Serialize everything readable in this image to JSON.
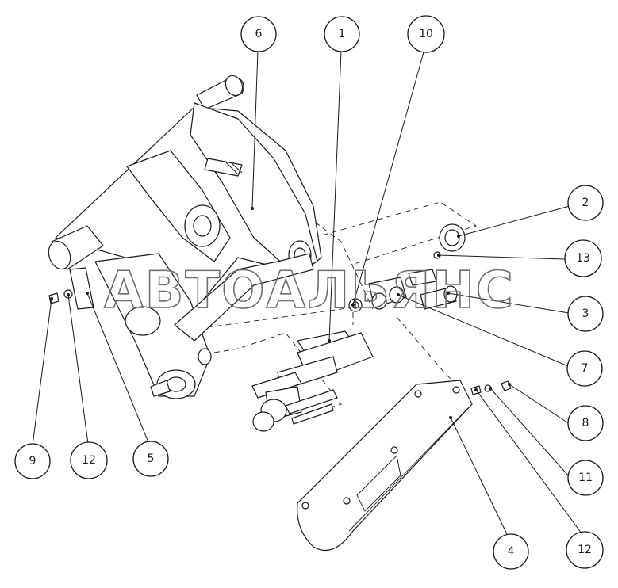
{
  "watermark": "АВТОАЛЬЯНС",
  "callouts": [
    {
      "label": "6"
    },
    {
      "label": "1"
    },
    {
      "label": "10"
    },
    {
      "label": "2"
    },
    {
      "label": "13"
    },
    {
      "label": "3"
    },
    {
      "label": "7"
    },
    {
      "label": "8"
    },
    {
      "label": "11"
    },
    {
      "label": "12"
    },
    {
      "label": "4"
    },
    {
      "label": "9"
    },
    {
      "label": "12"
    },
    {
      "label": "5"
    }
  ]
}
